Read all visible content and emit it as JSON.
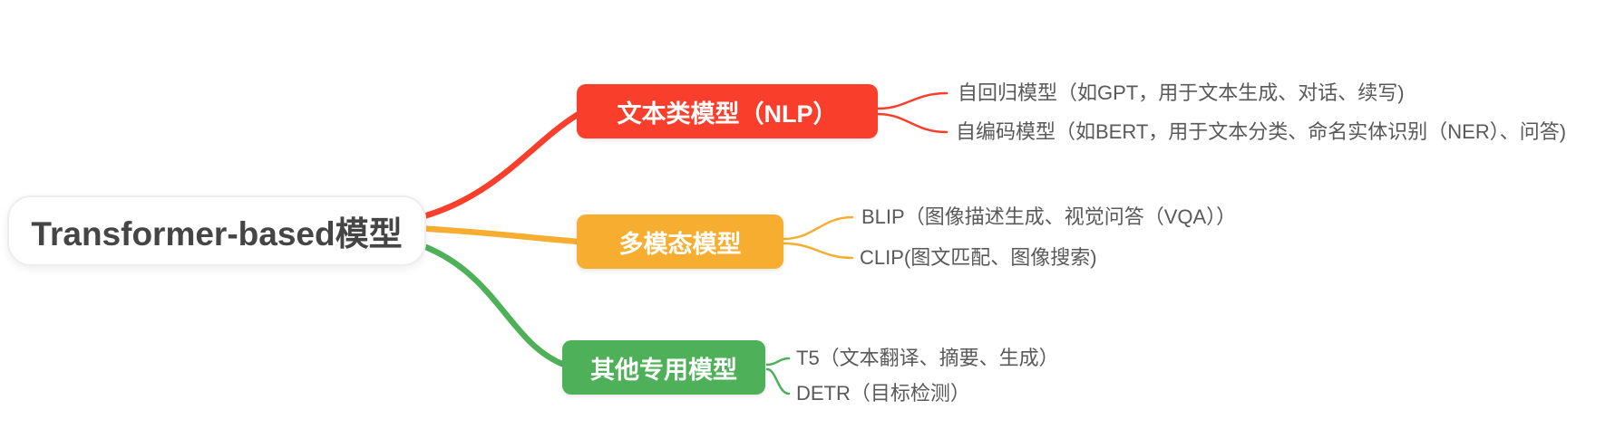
{
  "root": {
    "label": "Transformer-based模型"
  },
  "branches": [
    {
      "label": "文本类模型（NLP）",
      "color": "#f93e2c",
      "children": [
        "自回归模型（如GPT，用于文本生成、对话、续写)",
        "自编码模型（如BERT，用于文本分类、命名实体识别（NER）、问答)"
      ]
    },
    {
      "label": "多模态模型",
      "color": "#f6ad30",
      "children": [
        "BLIP（图像描述生成、视觉问答（VQA））",
        "CLIP(图文匹配、图像搜索)"
      ]
    },
    {
      "label": "其他专用模型",
      "color": "#4fb05a",
      "children": [
        "T5（文本翻译、摘要、生成）",
        "DETR（目标检测）"
      ]
    }
  ],
  "colors": {
    "root_text": "#454545",
    "leaf_text": "#595959",
    "background": "#ffffff"
  }
}
